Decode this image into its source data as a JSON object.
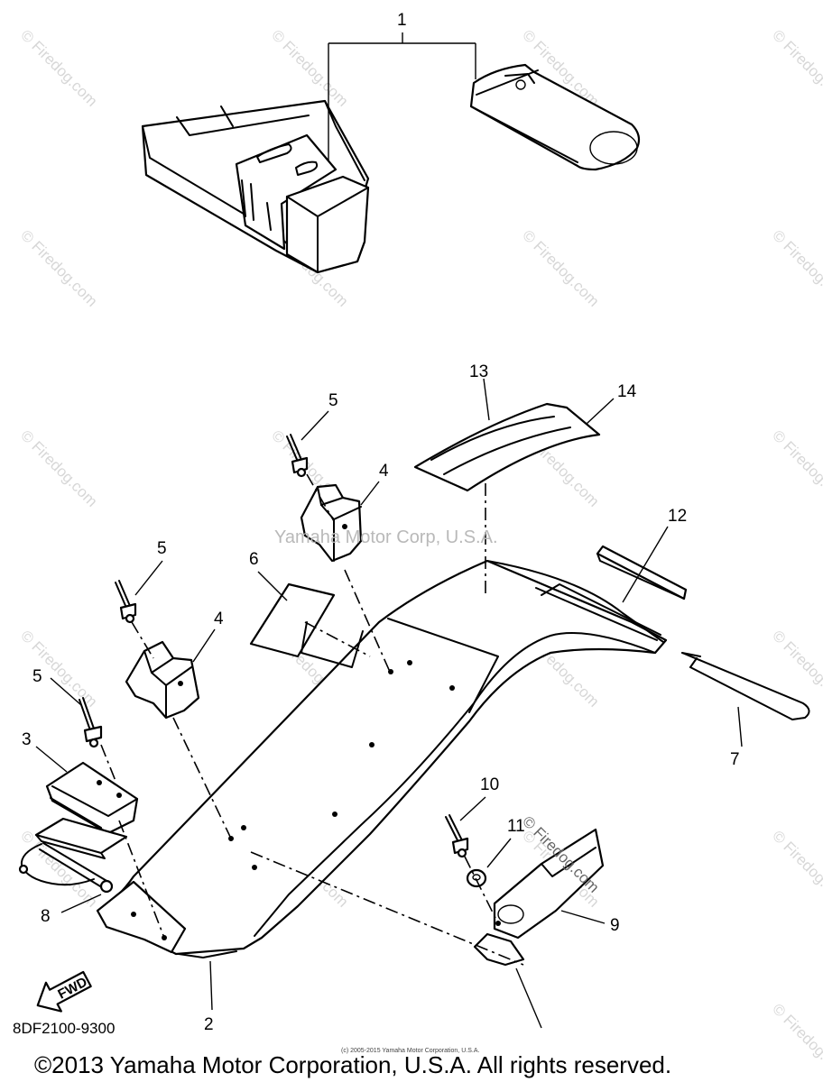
{
  "diagram": {
    "callouts": [
      "1",
      "2",
      "3",
      "4",
      "4",
      "5",
      "5",
      "5",
      "6",
      "7",
      "8",
      "9",
      "10",
      "11",
      "12",
      "13",
      "14"
    ],
    "fwd_label": "FWD",
    "part_code": "8DF2100-9300",
    "center_watermark": "Yamaha Motor Corp, U.S.A.",
    "site_watermark": "© Firedog.com",
    "small_copyright": "(c) 2005-2015 Yamaha Motor Corporation, U.S.A.",
    "copyright": "©2013 Yamaha Motor Corporation, U.S.A. All rights reserved."
  }
}
